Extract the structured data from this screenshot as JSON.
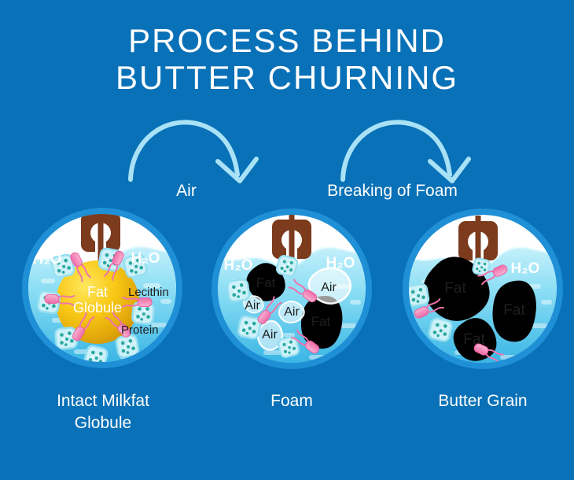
{
  "title": {
    "line1": "PROCESS BEHIND",
    "line2": "BUTTER CHURNING"
  },
  "transitions": {
    "first": "Air",
    "second": "Breaking of Foam"
  },
  "labels": {
    "h2o": "H₂O"
  },
  "stages": {
    "milkfat": {
      "caption": "Intact Milkfat Globule",
      "globule_line1": "Fat",
      "globule_line2": "Globule",
      "lecithin": "Lecithin",
      "protein": "Protein"
    },
    "foam": {
      "caption": "Foam",
      "fat": "Fat",
      "air": "Air"
    },
    "butter": {
      "caption": "Butter Grain",
      "fat": "Fat"
    }
  },
  "colors": {
    "background": "#0971b7",
    "circle_ring": "#1f8fd6",
    "water_light": "#c4f0fb",
    "water_deep": "#38b5e4",
    "fat_gold": "#f8c816",
    "fat_shadow": "#cc9204",
    "churn_brown": "#7b3b1c",
    "lecithin_pink": "#ee6ba7",
    "protein_teal": "#2aa79e",
    "arrow_light_blue": "#a9e2f6",
    "air_bubble": "#ffffff",
    "label_dark": "#1e1e1e"
  }
}
